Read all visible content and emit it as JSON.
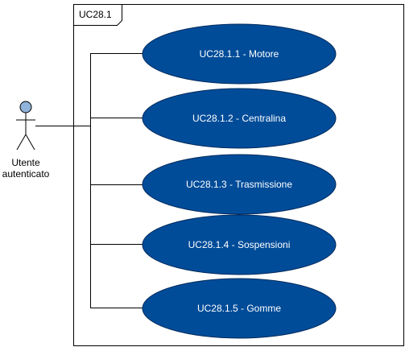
{
  "boundary": {
    "title": "UC28.1"
  },
  "actor": {
    "line1": "Utente",
    "line2": "autenticato"
  },
  "use_cases": [
    {
      "id": "uc-motore",
      "label": "UC28.1.1 -  Motore"
    },
    {
      "id": "uc-centralina",
      "label": "UC28.1.2 - Centralina"
    },
    {
      "id": "uc-trasmissione",
      "label": "UC28.1.3 - Trasmissione"
    },
    {
      "id": "uc-sospensioni",
      "label": "UC28.1.4 - Sospensioni"
    },
    {
      "id": "uc-gomme",
      "label": "UC28.1.5 - Gomme"
    }
  ],
  "colors": {
    "use_case_fill": "#004c99",
    "use_case_stroke": "#002a5c",
    "actor_head": "#8fb3da",
    "lines": "#000000"
  }
}
